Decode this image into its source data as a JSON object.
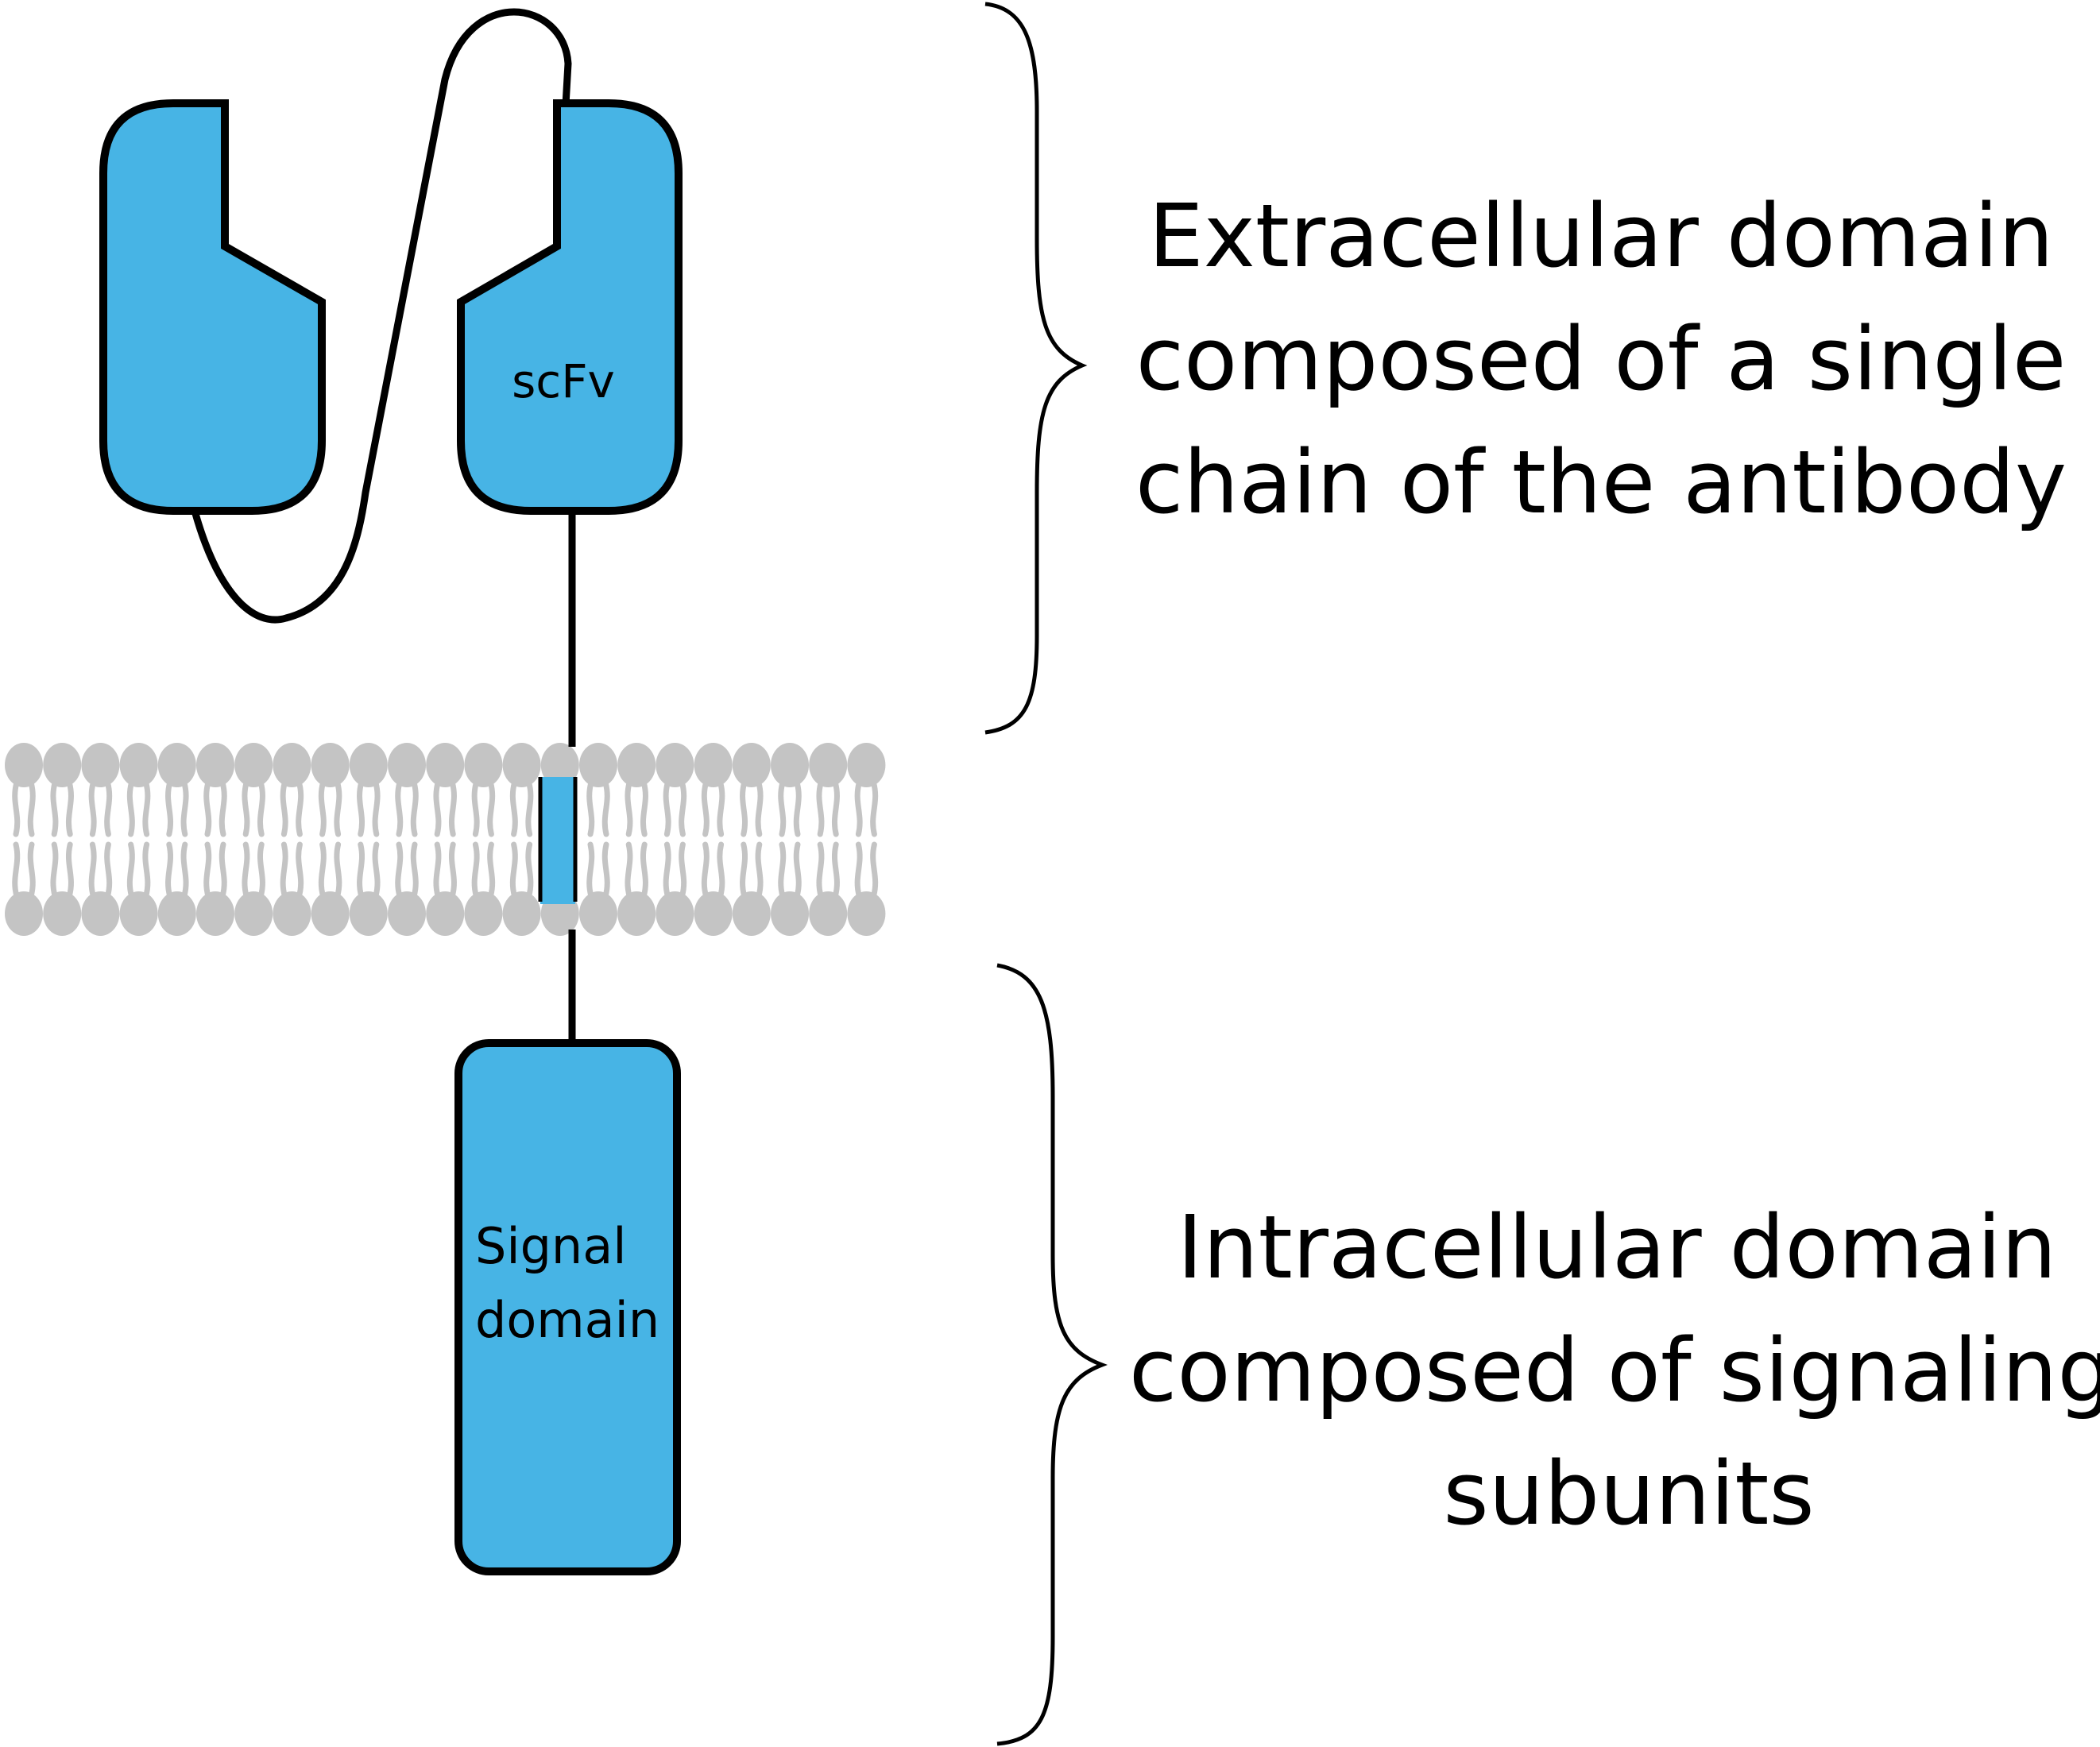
{
  "labels": {
    "scfv": "scFv",
    "signal_line1": "Signal",
    "signal_line2": "domain"
  },
  "captions": {
    "extracellular": [
      "Extracellular domain",
      "composed of a single",
      "chain of the antibody"
    ],
    "intracellular": [
      "Intracellular domain",
      "composed of signaling",
      "subunits"
    ]
  },
  "colors": {
    "domain_fill": "#47B4E5",
    "outline": "#000000",
    "membrane": "#C4C4C4"
  }
}
